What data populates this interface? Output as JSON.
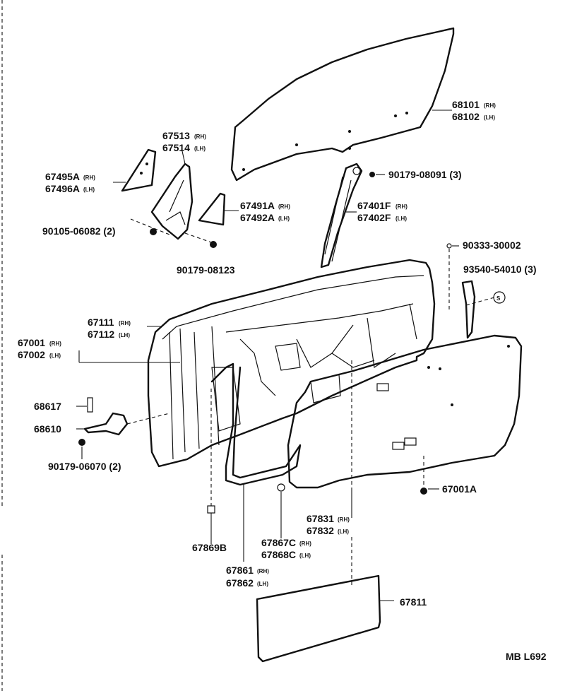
{
  "labels": {
    "l68101": "68101",
    "l68102": "68102",
    "l67513": "67513",
    "l67514": "67514",
    "l67495a": "67495A",
    "l67496a": "67496A",
    "l90179_08091": "90179-08091 (3)",
    "l67491a": "67491A",
    "l67492a": "67492A",
    "l67401f": "67401F",
    "l67402f": "67402F",
    "l90105_06082": "90105-06082 (2)",
    "l90179_08123": "90179-08123",
    "l90333_30002": "90333-30002",
    "l93540_54010": "93540-54010 (3)",
    "l67111": "67111",
    "l67112": "67112",
    "l67001": "67001",
    "l67002": "67002",
    "l68617": "68617",
    "l68610": "68610",
    "l90179_06070": "90179-06070 (2)",
    "l67001a": "67001A",
    "l67831": "67831",
    "l67832": "67832",
    "l67869b": "67869B",
    "l67867c": "67867C",
    "l67868c": "67868C",
    "l67861": "67861",
    "l67862": "67862",
    "l67811": "67811",
    "code": "MB L692"
  },
  "side": {
    "rh": "(RH)",
    "lh": "(LH)"
  }
}
